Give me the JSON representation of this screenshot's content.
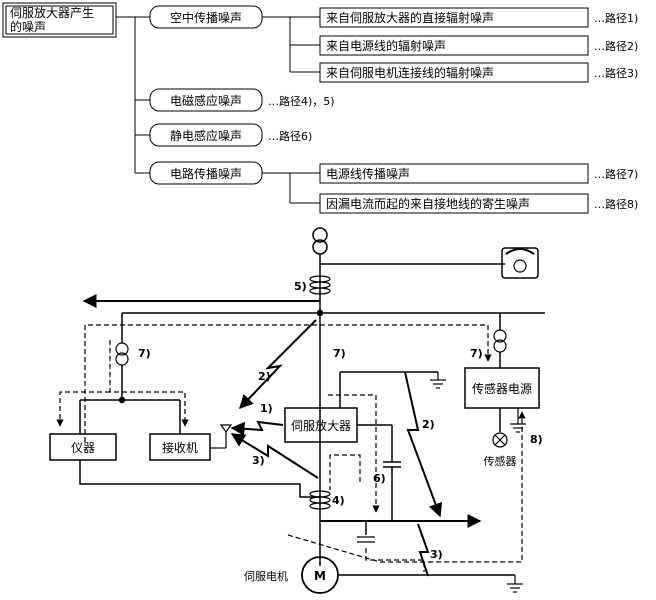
{
  "tree": {
    "root_line1": "伺服放大器产生",
    "root_line2": "的噪声",
    "categories": {
      "airborne": "空中传播噪声",
      "electromagnetic": "电磁感应噪声",
      "electrostatic": "静电感应噪声",
      "conducted": "电路传播噪声"
    },
    "items": {
      "direct_radiation": "来自伺服放大器的直接辐射噪声",
      "power_line_radiation": "来自电源线的辐射噪声",
      "motor_cable_radiation": "来自伺服电机连接线的辐射噪声",
      "power_line_conducted": "电源线传播噪声",
      "ground_leakage": "因漏电流而起的来自接地线的寄生噪声"
    },
    "paths": {
      "p1": "…路径1)",
      "p2": "…路径2)",
      "p3": "…路径3)",
      "p45": "…路径4)，5)",
      "p6": "…路径6)",
      "p7": "…路径7)",
      "p8": "…路径8)"
    }
  },
  "circuit": {
    "servo_amp": "伺服放大器",
    "instrument": "仪器",
    "receiver": "接收机",
    "sensor_power": "传感器电源",
    "sensor": "传感器",
    "servo_motor": "伺服电机",
    "motor_symbol": "M",
    "labels": {
      "l1": "1)",
      "l2a": "2)",
      "l2b": "2)",
      "l3a": "3)",
      "l3b": "3)",
      "l4": "4)",
      "l5": "5)",
      "l6": "6)",
      "l7a": "7)",
      "l7b": "7)",
      "l7c": "7)",
      "l8": "8)"
    }
  }
}
